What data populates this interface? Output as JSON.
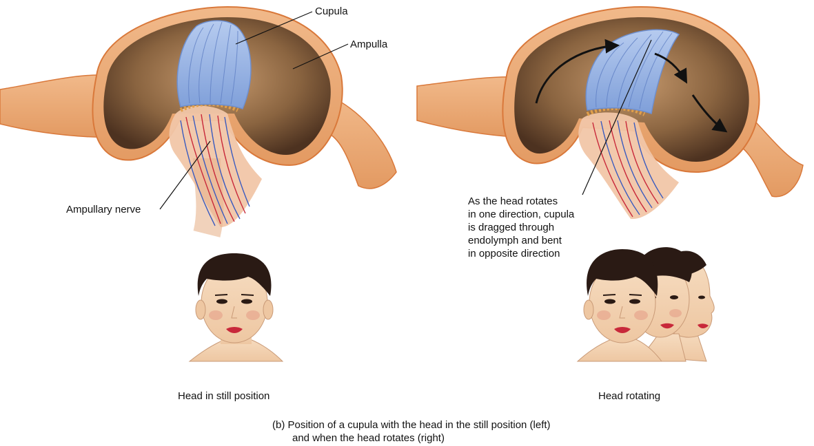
{
  "figure": {
    "labels": {
      "cupula": "Cupula",
      "ampulla": "Ampulla",
      "ampullary_nerve": "Ampullary nerve",
      "rotation_note": [
        "As the head rotates",
        "in one direction, cupula",
        "is dragged through",
        "endolymph and bent",
        "in opposite direction"
      ]
    },
    "panels": {
      "left_title": "Head in still position",
      "right_title": "Head rotating"
    },
    "caption": {
      "line1": "(b) Position of a cupula with the head in the still position (left)",
      "line2": "and when the head rotates (right)"
    },
    "colors": {
      "ampulla_wall": "#e8a36e",
      "ampulla_rim": "#d9783a",
      "ampulla_inner": "#8a6440",
      "cupula": "#9db8e6",
      "nerve_red": "#c8283a",
      "nerve_blue": "#3a5bbf",
      "skin": "#f3d2b1",
      "hair": "#2a1a14"
    }
  }
}
